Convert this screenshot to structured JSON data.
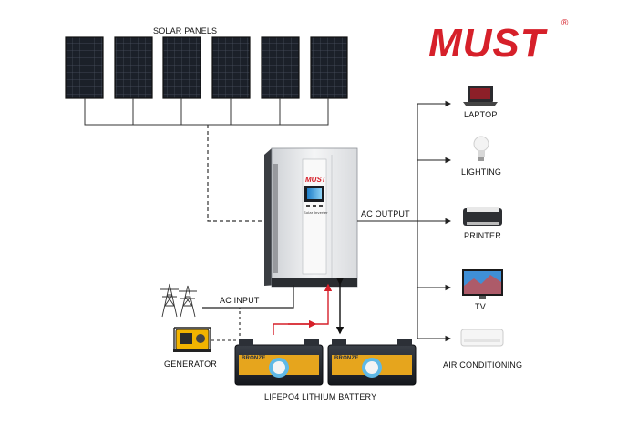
{
  "brand": {
    "name": "MUST",
    "mark": "®",
    "color": "#d6202a"
  },
  "labels": {
    "solar_panels": "SOLAR PANELS",
    "ac_output": "AC OUTPUT",
    "ac_input": "AC INPUT",
    "generator": "GENERATOR",
    "battery": "LIFEPO4 LITHIUM BATTERY"
  },
  "inverter": {
    "brand": "MUST",
    "model_label": "Solar Inverter"
  },
  "battery_badge": "BRONZE",
  "loads": [
    {
      "label": "LAPTOP",
      "icon": "laptop-icon"
    },
    {
      "label": "LIGHTING",
      "icon": "light-bulb-icon"
    },
    {
      "label": "PRINTER",
      "icon": "printer-icon"
    },
    {
      "label": "TV",
      "icon": "tv-icon"
    },
    {
      "label": "AIR CONDITIONING",
      "icon": "air-conditioner-icon"
    }
  ],
  "colors": {
    "dc_charge_line": "#d6202a",
    "line": "#222222",
    "panel": "#1f2530"
  }
}
